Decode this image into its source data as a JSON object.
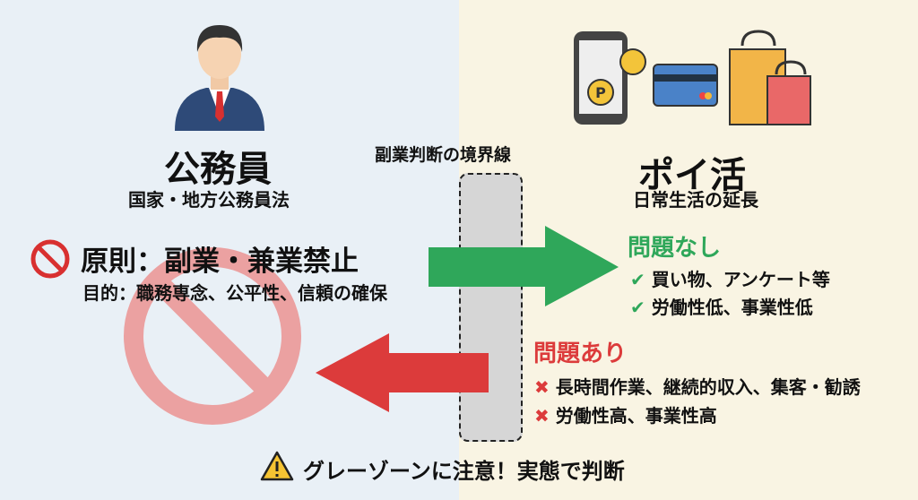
{
  "left": {
    "title": "公務員",
    "subtitle": "国家・地方公務員法",
    "principle": "原則：副業・兼業禁止",
    "purpose": "目的：職務専念、公平性、信頼の確保"
  },
  "boundary": {
    "label": "副業判断の境界線"
  },
  "right": {
    "title": "ポイ活",
    "subtitle": "日常生活の延長",
    "ok": {
      "heading": "問題なし",
      "items": [
        "買い物、アンケート等",
        "労働性低、事業性低"
      ]
    },
    "ng": {
      "heading": "問題あり",
      "items": [
        "長時間作業、継続的収入、集客・勧誘",
        "労働性高、事業性高"
      ]
    }
  },
  "footer": {
    "warning": "グレーゾーンに注意！実態で判断"
  },
  "colors": {
    "green": "#2fa75a",
    "red": "#dc3b3b",
    "left_bg": "#e9f0f6",
    "right_bg": "#f9f4e3"
  }
}
